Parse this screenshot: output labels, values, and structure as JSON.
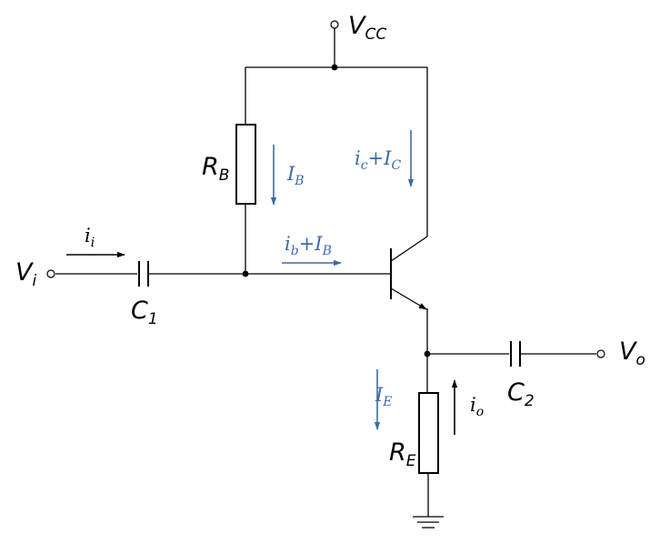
{
  "colors": {
    "wire": "#000000",
    "current": "#3d6aa8"
  },
  "labels": {
    "vcc": {
      "main": "V",
      "sub": "CC"
    },
    "rb": {
      "main": "R",
      "sub": "B"
    },
    "re": {
      "main": "R",
      "sub": "E"
    },
    "c1": {
      "main": "C",
      "sub": "1"
    },
    "c2": {
      "main": "C",
      "sub": "2"
    },
    "vi": {
      "main": "V",
      "sub": "i"
    },
    "vo": {
      "main": "V",
      "sub": "o"
    },
    "ii": {
      "main": "i",
      "sub": "i"
    },
    "io": {
      "main": "i",
      "sub": "o"
    },
    "ib": {
      "main": "I",
      "sub": "B"
    },
    "ie": {
      "main": "I",
      "sub": "E"
    },
    "ic_sum": {
      "a": "i",
      "a_sub": "c",
      "plus": "+",
      "b": "I",
      "b_sub": "C"
    },
    "ib_sum": {
      "a": "i",
      "a_sub": "b",
      "plus": "+",
      "b": "I",
      "b_sub": "B"
    }
  }
}
